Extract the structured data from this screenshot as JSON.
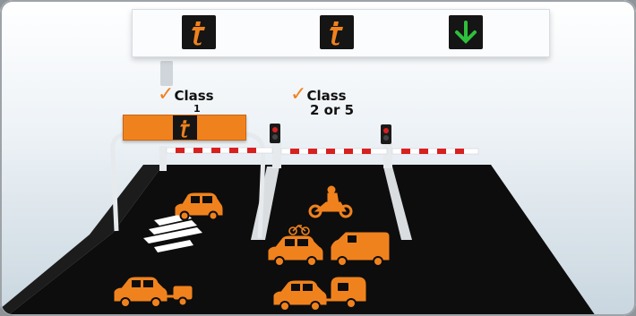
{
  "labels": {
    "lane1": {
      "line1": "Class",
      "line2": "1"
    },
    "lane2": {
      "line1": "Class",
      "line2": "2 or 5"
    }
  },
  "icons": {
    "overhead_signs": [
      "toll-tag-sign-icon",
      "toll-tag-sign-icon",
      "green-down-arrow-icon"
    ],
    "lane_signal": "traffic-light-icon",
    "check": "checkmark-icon"
  },
  "colors": {
    "accent": "#f0821e",
    "road": "#0d0d0d",
    "arrow": "#2fbf3c",
    "signal_red": "#d82020"
  }
}
